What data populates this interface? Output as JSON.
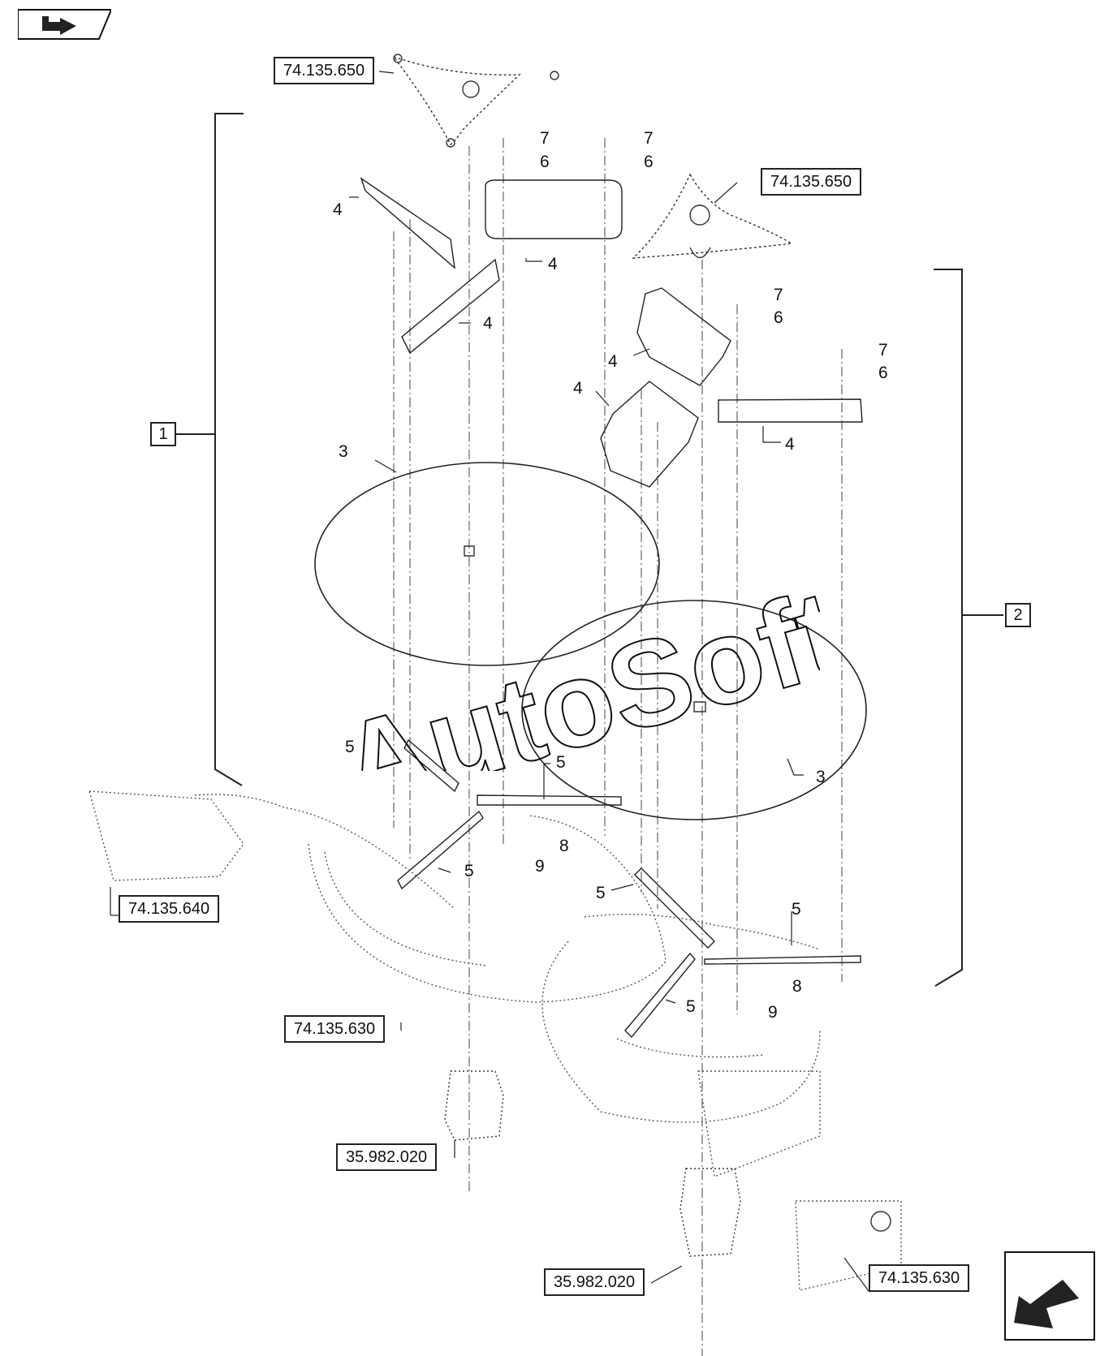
{
  "watermark": "AutoSoft",
  "navigation": {
    "prev_icon": "previous-page-arrow-icon",
    "next_icon": "next-page-arrow-icon"
  },
  "group_labels": {
    "g1": "1",
    "g2": "2"
  },
  "references": {
    "r650a": "74.135.650",
    "r650b": "74.135.650",
    "r640": "74.135.640",
    "r630a": "74.135.630",
    "r630b": "74.135.630",
    "r982a": "35.982.020",
    "r982b": "35.982.020"
  },
  "part_numbers": {
    "p7a": "7",
    "p6a": "6",
    "p7b": "7",
    "p6b": "6",
    "p7c": "7",
    "p6c": "6",
    "p7d": "7",
    "p6d": "6",
    "p4a": "4",
    "p4b": "4",
    "p4c": "4",
    "p4d": "4",
    "p4e": "4",
    "p4f": "4",
    "p3a": "3",
    "p3b": "3",
    "p5a": "5",
    "p5b": "5",
    "p5c": "5",
    "p5d": "5",
    "p5e": "5",
    "p5f": "5",
    "p8a": "8",
    "p8b": "8",
    "p9a": "9",
    "p9b": "9"
  }
}
